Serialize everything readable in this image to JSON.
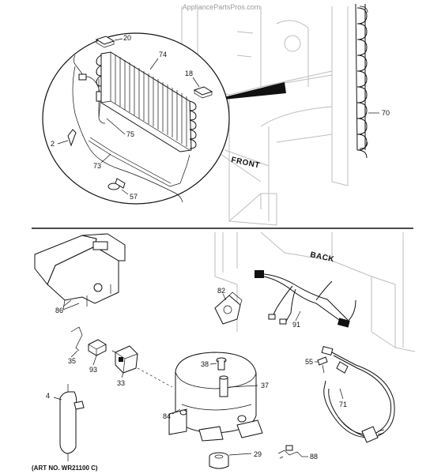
{
  "watermark": "AppliancePartsPros.com",
  "art_number": "(ART NO. WR21100 C)",
  "orientation_labels": {
    "front": "FRONT",
    "back": "BACK"
  },
  "part_numbers": {
    "p20": "20",
    "p74": "74",
    "p18": "18",
    "p70": "70",
    "p75": "75",
    "p2": "2",
    "p73": "73",
    "p57": "57",
    "p82": "82",
    "p86": "86",
    "p91": "91",
    "p35": "35",
    "p93": "93",
    "p33": "33",
    "p55": "55",
    "p38": "38",
    "p37": "37",
    "p4": "4",
    "p84": "84",
    "p71": "71",
    "p29": "29",
    "p88": "88"
  }
}
